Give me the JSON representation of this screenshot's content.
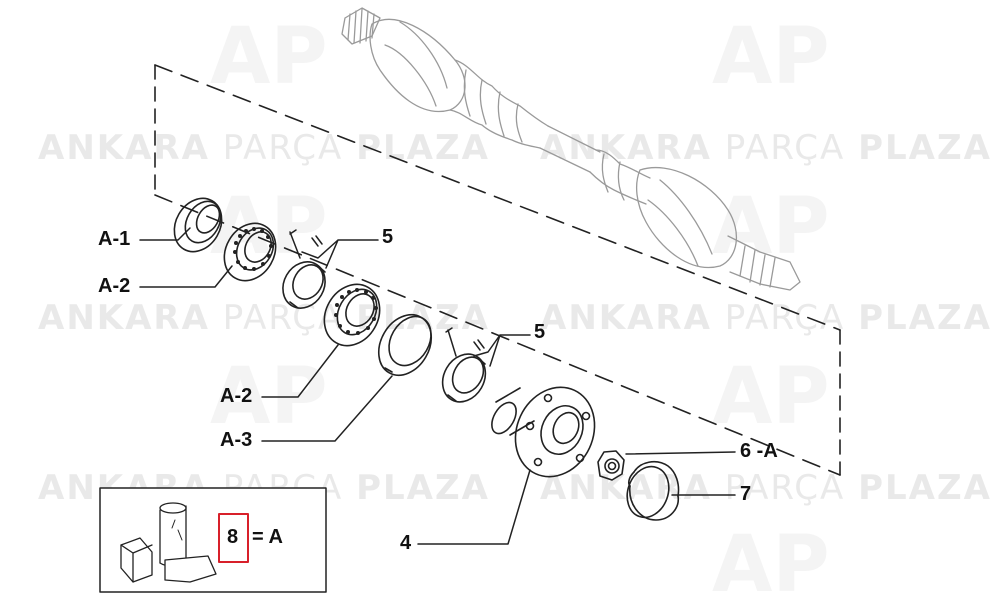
{
  "watermark": {
    "brand_bold_1": "ANKARA",
    "brand_thin": "PARÇA",
    "brand_bold_2": "PLAZA",
    "logo": "AP"
  },
  "callouts": {
    "a1": "A-1",
    "a2_top": "A-2",
    "five_top": "5",
    "a2_mid": "A-2",
    "five_mid": "5",
    "a3": "A-3",
    "six_a": "6 -A",
    "seven": "7",
    "four": "4"
  },
  "legend": {
    "number": "8",
    "equals": "= A",
    "highlight_color": "#d8202a"
  }
}
